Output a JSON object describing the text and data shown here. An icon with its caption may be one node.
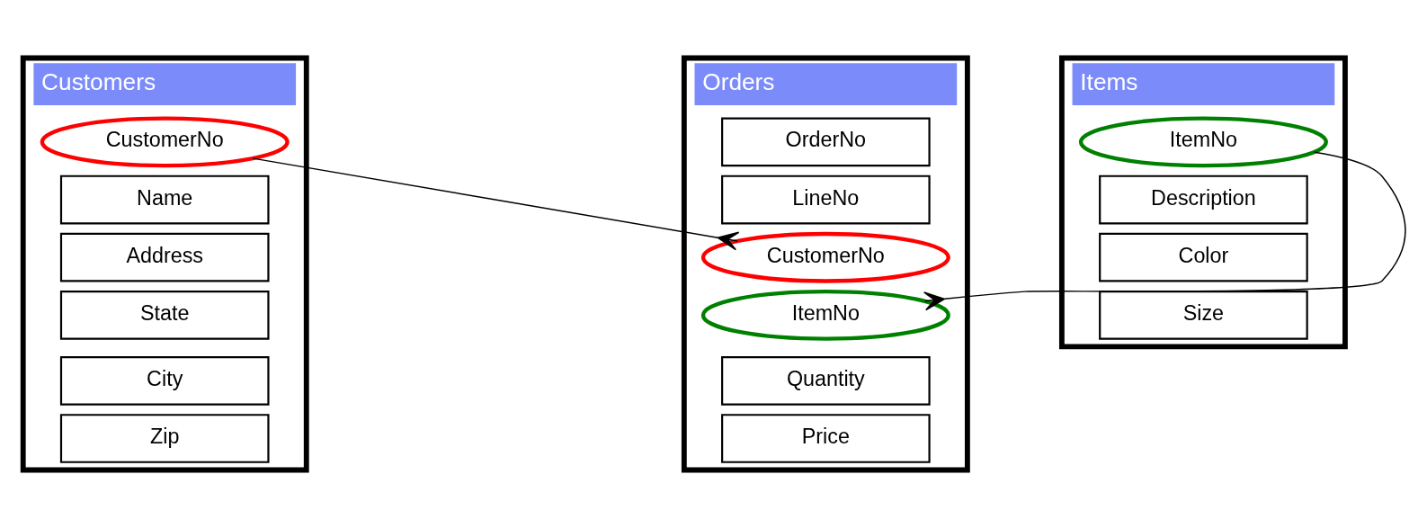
{
  "diagram": {
    "nodes": [
      {
        "text": [
          "Customers"
        ]
      },
      {
        "text": [
          "CustomerNo"
        ],
        "in": 0
      },
      {
        "text": [
          "Name"
        ],
        "in": 0
      },
      {
        "text": [
          "Address"
        ],
        "in": 0
      },
      {
        "text": [
          "State"
        ],
        "in": 0
      },
      {
        "text": [
          "City"
        ],
        "in": 0
      },
      {
        "text": [
          "Zip"
        ],
        "in": 0
      },
      {
        "text": [
          "Orders"
        ]
      },
      {
        "text": [
          "OrderNo"
        ],
        "in": 7
      },
      {
        "text": [
          "LineNo"
        ],
        "in": 7
      },
      {
        "text": [
          "CustomerNo"
        ],
        "in": 7
      },
      {
        "text": [
          "ItemNo"
        ],
        "in": 7
      },
      {
        "text": [
          "Quantity"
        ],
        "in": 7
      },
      {
        "text": [
          "Price"
        ],
        "in": 7
      },
      {
        "text": [
          "Items"
        ]
      },
      {
        "text": [
          "ItemNo"
        ],
        "in": 14
      },
      {
        "text": [
          "Description"
        ],
        "in": 14
      },
      {
        "text": [
          "Color"
        ],
        "in": 14
      },
      {
        "text": [
          "Size"
        ],
        "in": 14
      }
    ],
    "edges": [
      {
        "from": 1,
        "to": 10,
        "arrow": "other"
      },
      {
        "from": 15,
        "to": 11,
        "arrow": "other"
      }
    ]
  }
}
